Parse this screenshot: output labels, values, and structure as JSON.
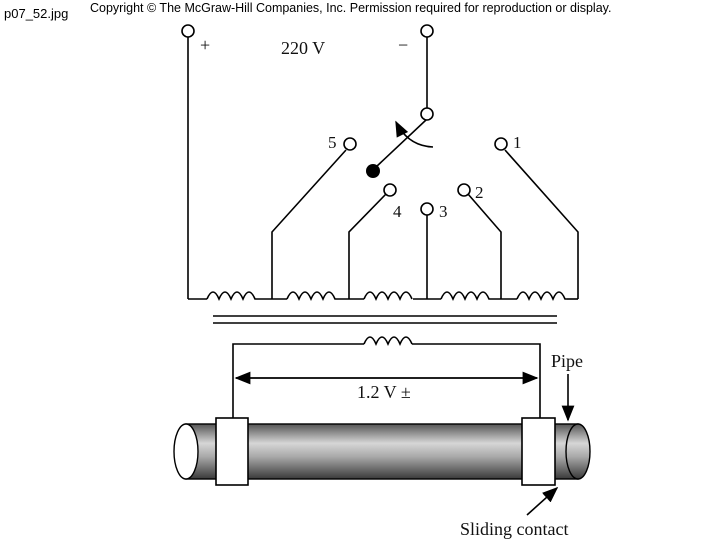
{
  "header": {
    "filename": "p07_52.jpg",
    "copyright": "Copyright © The McGraw-Hill Companies, Inc. Permission required for reproduction or display."
  },
  "diagram": {
    "plus_sign": "+",
    "minus_sign": "−",
    "supply_voltage": "220 V",
    "taps": [
      "1",
      "2",
      "3",
      "4",
      "5"
    ],
    "output_voltage": "1.2 V ±",
    "pipe_label": "Pipe",
    "contact_label": "Sliding contact"
  }
}
